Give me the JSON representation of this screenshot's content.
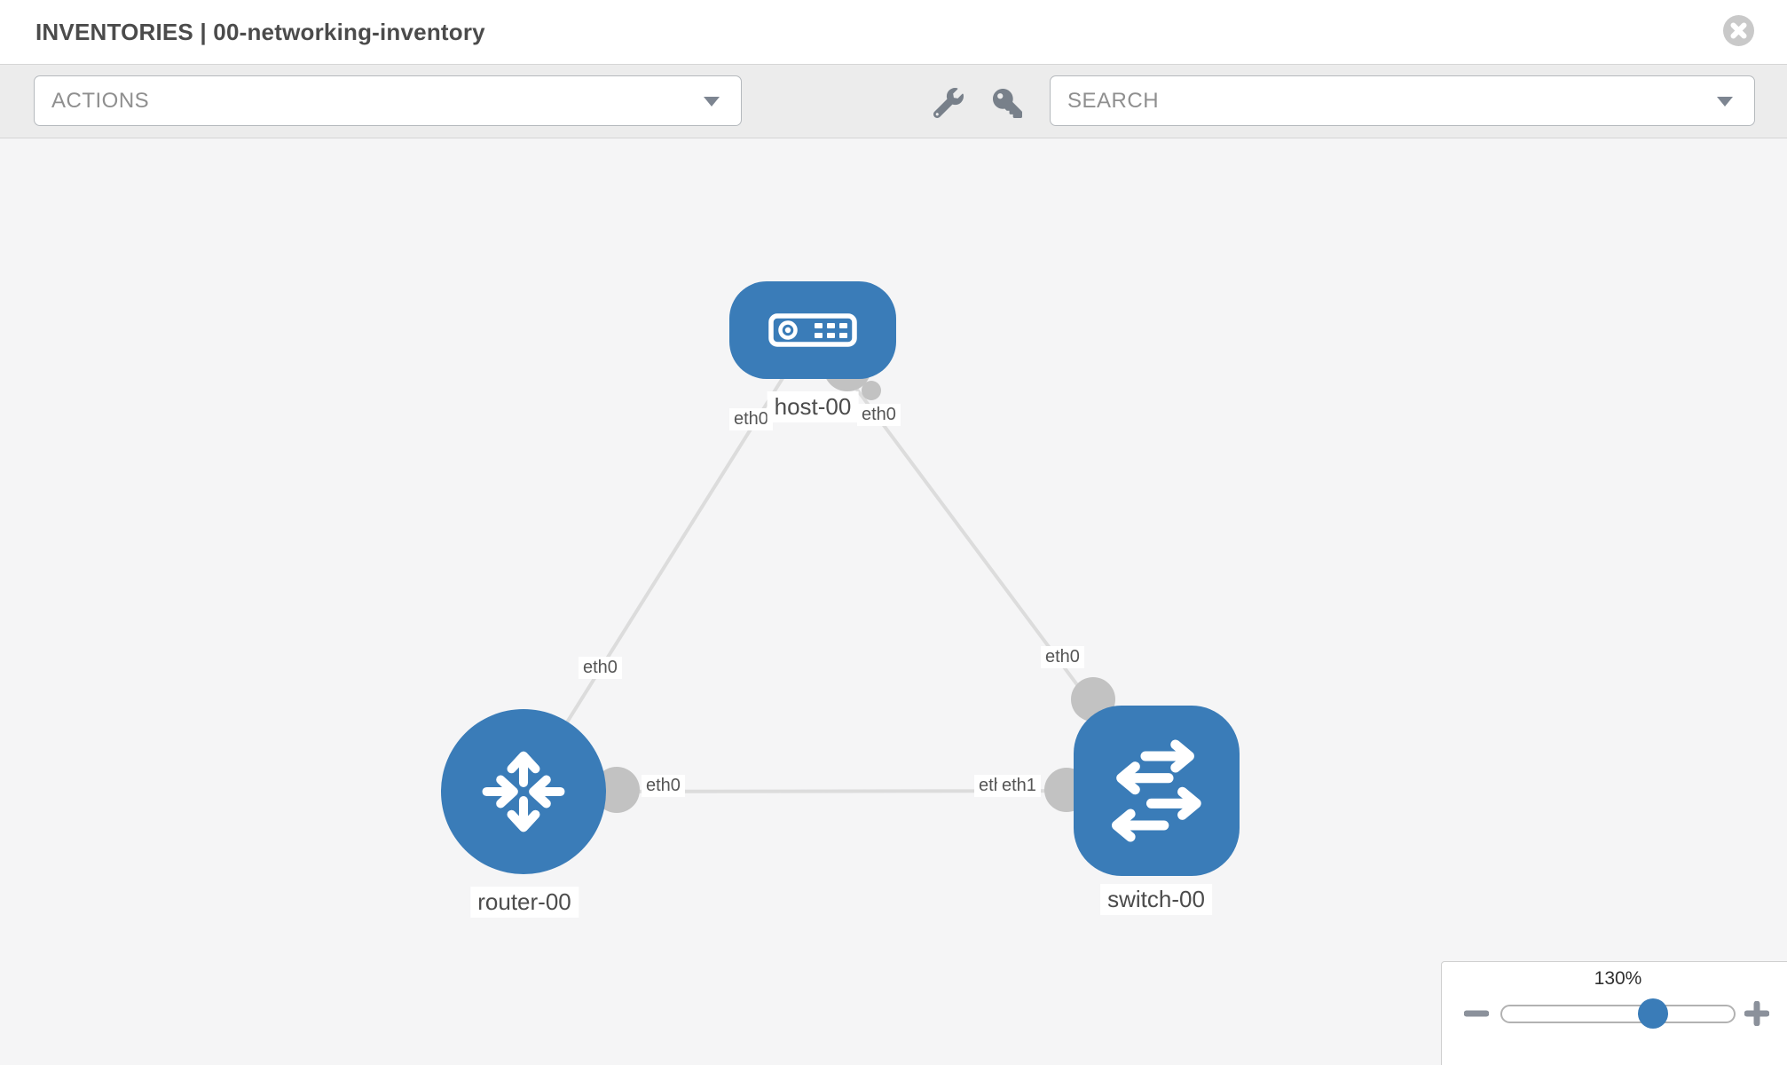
{
  "header": {
    "title": "INVENTORIES | 00-networking-inventory",
    "close_icon": "circle-close-icon"
  },
  "toolbar": {
    "actions_dropdown": {
      "label": "ACTIONS"
    },
    "icons": [
      "wrench-icon",
      "key-icon"
    ],
    "search_dropdown": {
      "label": "SEARCH"
    }
  },
  "canvas": {
    "nodes": [
      {
        "label": "host-00",
        "type": "host",
        "icon": "host-icon"
      },
      {
        "label": "router-00",
        "type": "router",
        "icon": "router-icon"
      },
      {
        "label": "switch-00",
        "type": "switch",
        "icon": "switch-icon"
      }
    ],
    "links": [
      {
        "from": "host-00",
        "to": "router-00",
        "from_interface": "eth0",
        "to_interface": "eth0"
      },
      {
        "from": "host-00",
        "to": "switch-00",
        "from_interface": "eth0",
        "to_interface": "eth0"
      },
      {
        "from": "router-00",
        "to": "switch-00",
        "from_interface": "eth0",
        "to_interface": "eth1"
      }
    ],
    "interface_labels": {
      "host_to_router": "eth0",
      "host_to_switch": "eth0",
      "router_to_host": "eth0",
      "switch_to_host": "eth0",
      "router_to_switch": "eth0",
      "switch_overlap_back": "eth0",
      "switch_overlap_front": "eth1"
    }
  },
  "zoom_control": {
    "level": "130%",
    "minus_icon": "minus-icon",
    "plus_icon": "plus-icon"
  },
  "colors": {
    "node_blue": "#3a7cb8",
    "link_gray": "#dcdcdc",
    "connector_gray": "#c2c2c2",
    "toolbar_bg": "#ececec",
    "canvas_bg": "#f5f5f6"
  }
}
